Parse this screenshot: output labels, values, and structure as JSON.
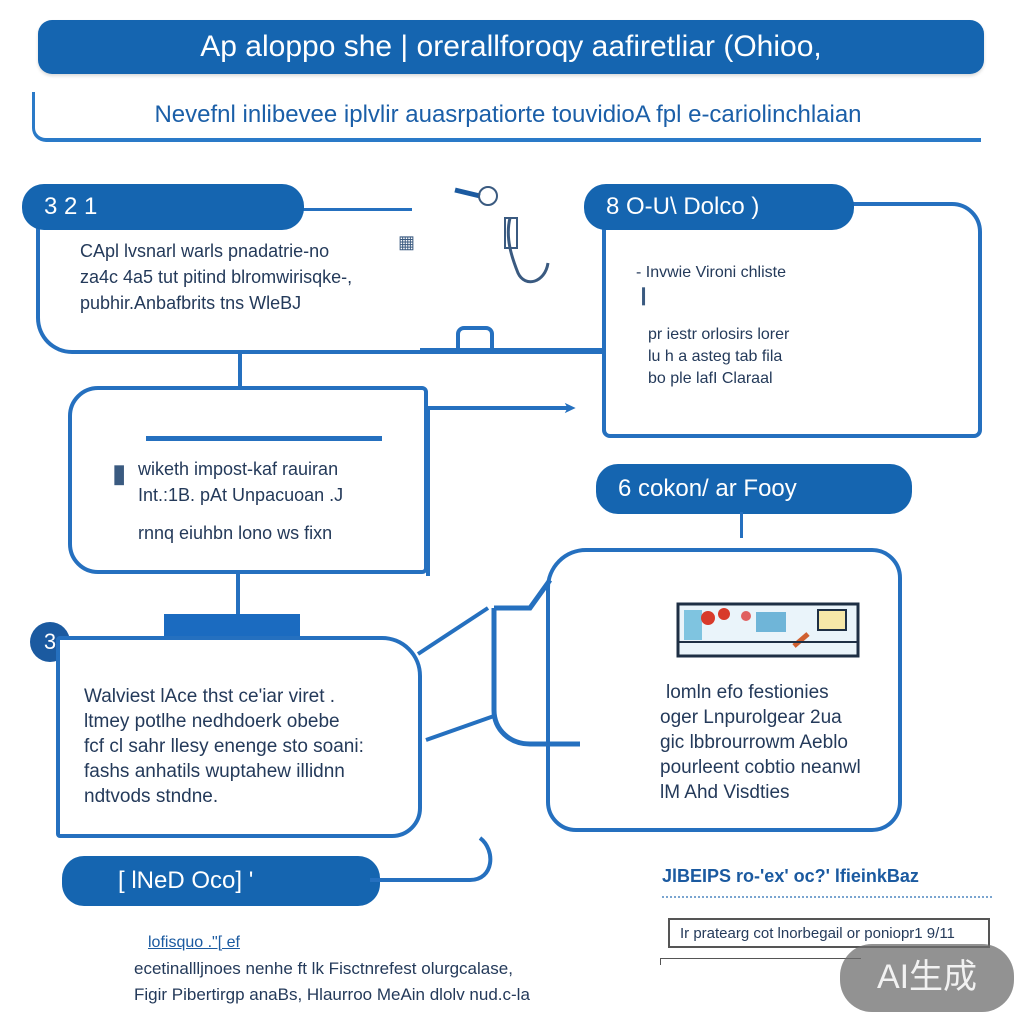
{
  "header": {
    "title": "Ap aloppo she | orerallforoqy aafiretliar (Ohioo,",
    "subtitle": "Nevefnl inlibevee iplvlir auasrpatiorte touvidioA fpl e-cariolinchlaian"
  },
  "nodes": [
    {
      "id": "node-1",
      "label": "3 2 1",
      "lines": [
        "CApl lvsnarl warls pnadatrie-no",
        "za4c 4a5 tut pitind blromwirisqke-,",
        "pubhir.Anbafbrits tns WleBJ"
      ]
    },
    {
      "id": "node-2",
      "label": "8 O-U\\ Dolco )",
      "lines": [
        "- Invwie Vironi chliste",
        "pr iestr orlosirs lorer",
        "lu h a asteg tab  fila",
        "bo ple  lafI Claraal"
      ]
    },
    {
      "id": "node-3",
      "label": "",
      "lines": [
        "wiketh impost-kaf rauiran",
        "Int.:1B. pAt Unpacuoan .J",
        "rnnq eiuhbn lono ws fixn"
      ]
    },
    {
      "id": "node-4",
      "label": "6  cokon/ ar Fooy",
      "lines": [
        "lomln efo festionies",
        "oger Lnpurolgear 2ua",
        "gic lbbrourrowm Aeblo",
        "pourleent cobtio neanwl",
        "lM Ahd Visdties"
      ]
    },
    {
      "id": "node-5",
      "label": "3",
      "lines": [
        "Walviest lAce thst ce'iar viret .",
        "ltmey potlhe nedhdoerk obebe",
        "fcf cl sahr llesy enenge sto soani:",
        "fashs anhatils wuptahew illidnn",
        "ndtvods stndne."
      ]
    },
    {
      "id": "node-6",
      "label": "[ lNeD Oco] '"
    }
  ],
  "footer": {
    "heading": "lofisquo .\"[ ef",
    "lines": [
      "ecetinallljnoes nenhe ft lk Fisctnrefest olurgcalase,",
      "Figir Pibertirgp anaBs, Hlaurroo MeAin dlolv nud.c-la"
    ]
  },
  "side_panel": {
    "heading": "JlBEIPS ro-'ex' oc?' lfieinkBaz",
    "input_value": "Ir pratearg cot lnorbegail or poniopr1 9/11"
  },
  "watermark": {
    "label": "AI生成"
  },
  "colors": {
    "primary": "#1565b0",
    "line": "#2570bf",
    "text": "#243a5a",
    "watermark_bg": "#6e6e6e"
  }
}
